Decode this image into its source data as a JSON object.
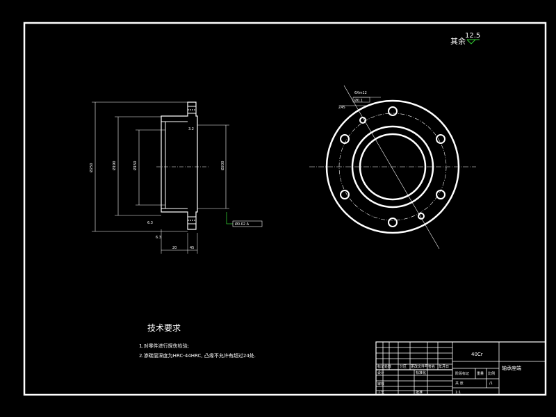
{
  "drawing": {
    "roughness_note": {
      "label": "其余",
      "value": "12.5"
    },
    "tech_requirements": {
      "title": "技术要求",
      "items": [
        "1.对零件进行探伤检验;",
        "2.渗碳层深度为HRC-44HRC, 凸缘不允许有超过24处."
      ]
    },
    "front_view_labels": {
      "bolt_callout": "6Xm12",
      "position_tol": "Ø0.1",
      "surface_mark": "3.2",
      "angle_mark": "Z45",
      "dia_outer": "Ø250",
      "dia_mid": "Ø190",
      "dia_inner": "Ø150",
      "dia_bore": "Ø200",
      "rough_left_1": "6.3",
      "rough_left_2": "6.3",
      "width_1": "20",
      "width_2": "45",
      "datum_frame": "Ø0.02 A"
    },
    "title_block": {
      "material": "40Cr",
      "part_name": "轴承座端",
      "scale": "1:1",
      "sheet": "/1",
      "row_labels": [
        "标记",
        "处数",
        "分区",
        "更改文件号",
        "签名",
        "年月日"
      ],
      "design_label": "设计",
      "std_label": "标准化",
      "check_label": "审核",
      "craft_label": "工艺",
      "approve_label": "批准",
      "stage_label": "阶段标记",
      "weight_label": "重量",
      "ratio_label": "比例",
      "sheet_label": "共 张"
    }
  }
}
